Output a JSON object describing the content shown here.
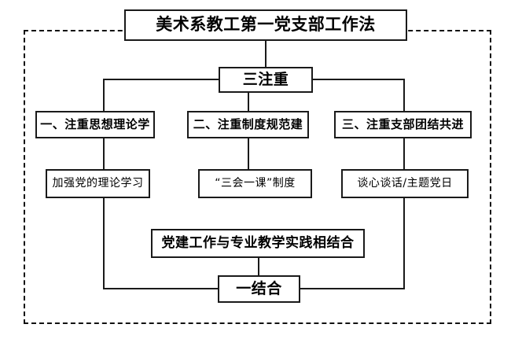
{
  "diagram": {
    "type": "flowchart",
    "orientation": "top-down",
    "title": "美术系教工第一党支部工作法",
    "frame": {
      "style": "dashed"
    },
    "levels": {
      "focus_group": {
        "label": "三注重",
        "branches": [
          {
            "label": "一、注重思想理论学",
            "child": "加强党的理论学习"
          },
          {
            "label": "二、注重制度规范建",
            "child": "“三会一课”制度"
          },
          {
            "label": "三、注重支部团结共进",
            "child": "谈心谈话/主题党日"
          }
        ]
      },
      "combine_group": {
        "detail": "党建工作与专业教学实践相结合",
        "label": "一结合"
      }
    }
  },
  "colors": {
    "border": "#1a1a1a",
    "background": "#ffffff",
    "text": "#000000"
  }
}
